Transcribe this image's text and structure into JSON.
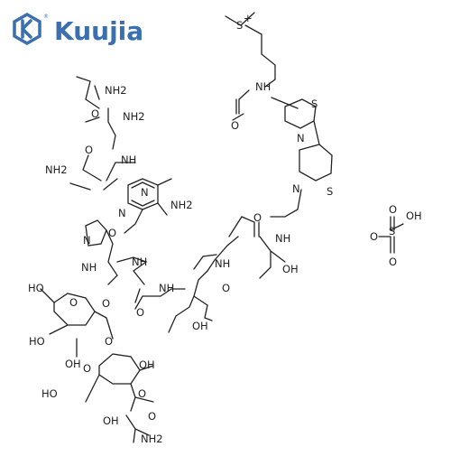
{
  "brand": {
    "name": "Kuujia",
    "registered_mark": "®",
    "color": "#3a6fb0"
  },
  "colors": {
    "bond": "#222222",
    "text": "#222222"
  },
  "atom_labels": {
    "sulfonium": "S",
    "sulfonium_charge": "+",
    "amide_nh_top": "NH",
    "carbonyl_o_top": "O",
    "thiazole1_s": "S",
    "thiazole1_n": "N",
    "thiazole2_n": "N",
    "thiazole2_s": "S",
    "chain_nh_right": "NH",
    "thr_carbonyl_o": "O",
    "thr_nh": "NH",
    "thr_oh": "OH",
    "sulfate_oh": "OH",
    "sulfate_s": "S",
    "sulfate_o_top": "O",
    "sulfate_o_bottom": "O",
    "sulfate_o_left": "O",
    "asn_nh2_top": "NH2",
    "asn_o_top": "O",
    "asn_nh2_alpha": "NH2",
    "nh_left": "NH",
    "nh2_amide_left": "NH2",
    "o_amide_left": "O",
    "pyr_n1": "N",
    "pyr_n2": "N",
    "pyr_nh2": "NH2",
    "imid_n": "N",
    "imid_nh": "NH",
    "o_carbonyl_pyr": "O",
    "nh_his": "NH",
    "o_ether": "O",
    "nh_val": "NH",
    "o_his_co": "O",
    "val_oh": "OH",
    "val_o": "O",
    "sugar1_ho": "HO",
    "sugar1_o_ring": "O",
    "sugar1_ho2": "HO",
    "sugar1_oh3": "OH",
    "sugar1_o_link": "O",
    "sugar2_o_ring": "O",
    "sugar2_oh": "OH",
    "sugar2_ho": "HO",
    "sugar2_oh_bottom": "OH",
    "sugar2_o_carbamate": "O",
    "carbamate_o": "O",
    "carbamate_nh2": "NH2"
  }
}
